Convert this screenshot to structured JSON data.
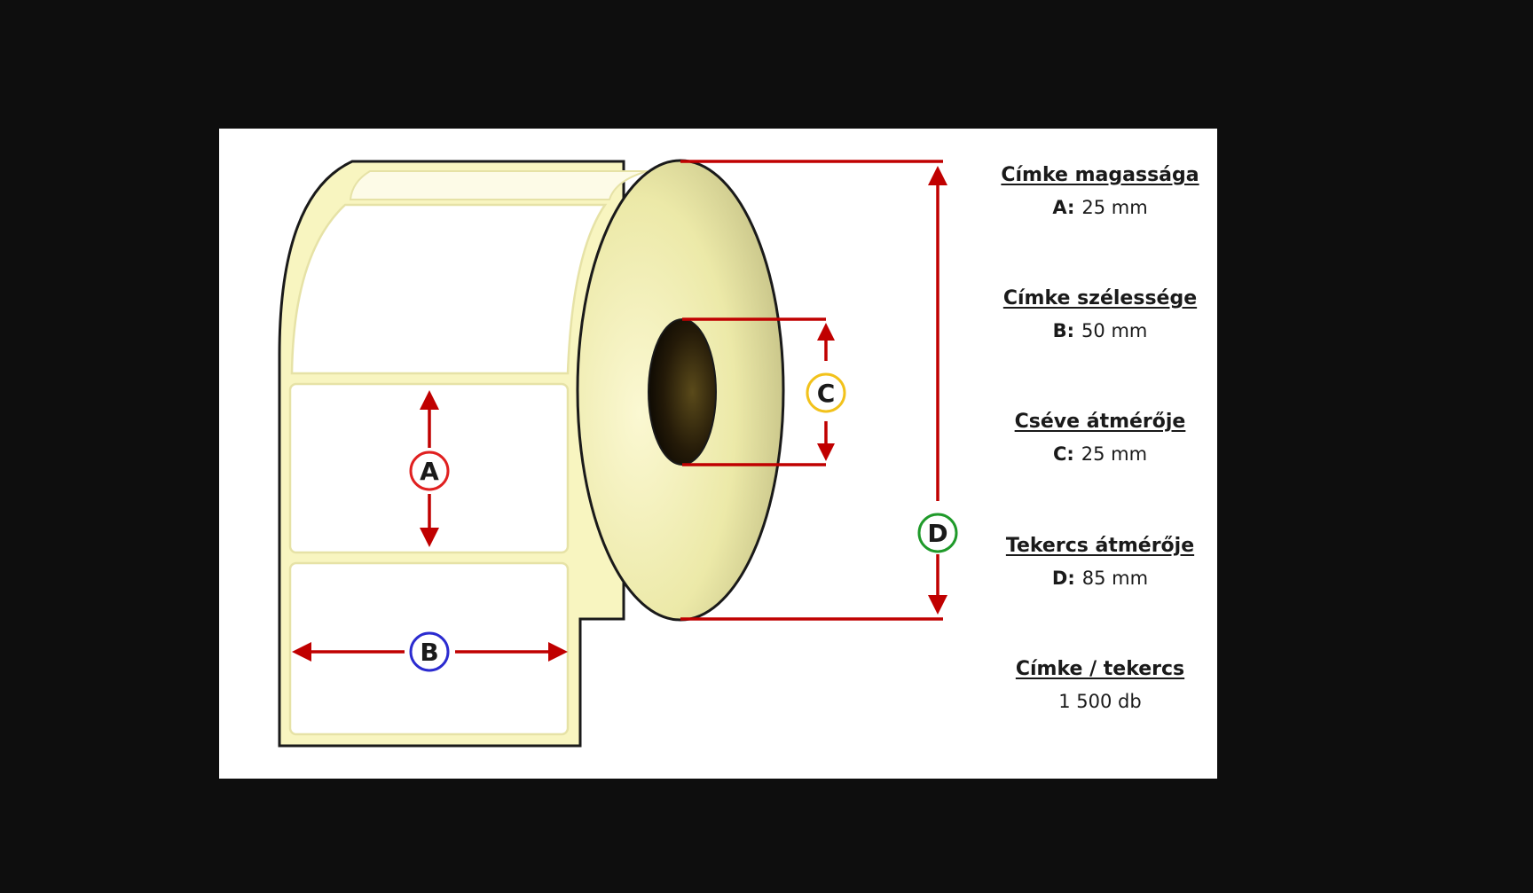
{
  "diagram": {
    "markers": {
      "a": {
        "letter": "A",
        "color": "#e02020"
      },
      "b": {
        "letter": "B",
        "color": "#2b2bd0"
      },
      "c": {
        "letter": "C",
        "color": "#f2c21b"
      },
      "d": {
        "letter": "D",
        "color": "#1f9a2a"
      }
    },
    "colors": {
      "arrow": "#c00000",
      "label_fill": "#fdfbe7",
      "liner": "#f8f5c0",
      "outline": "#1a1a1a"
    }
  },
  "specs": [
    {
      "title": "Címke magassága",
      "letter": "A:",
      "value": "25 mm"
    },
    {
      "title": "Címke szélessége",
      "letter": "B:",
      "value": "50 mm"
    },
    {
      "title": "Cséve átmérője",
      "letter": "C:",
      "value": "25 mm"
    },
    {
      "title": "Tekercs átmérője",
      "letter": "D:",
      "value": "85 mm"
    },
    {
      "title": "Címke / tekercs",
      "letter": "",
      "value": "1 500 db"
    }
  ]
}
